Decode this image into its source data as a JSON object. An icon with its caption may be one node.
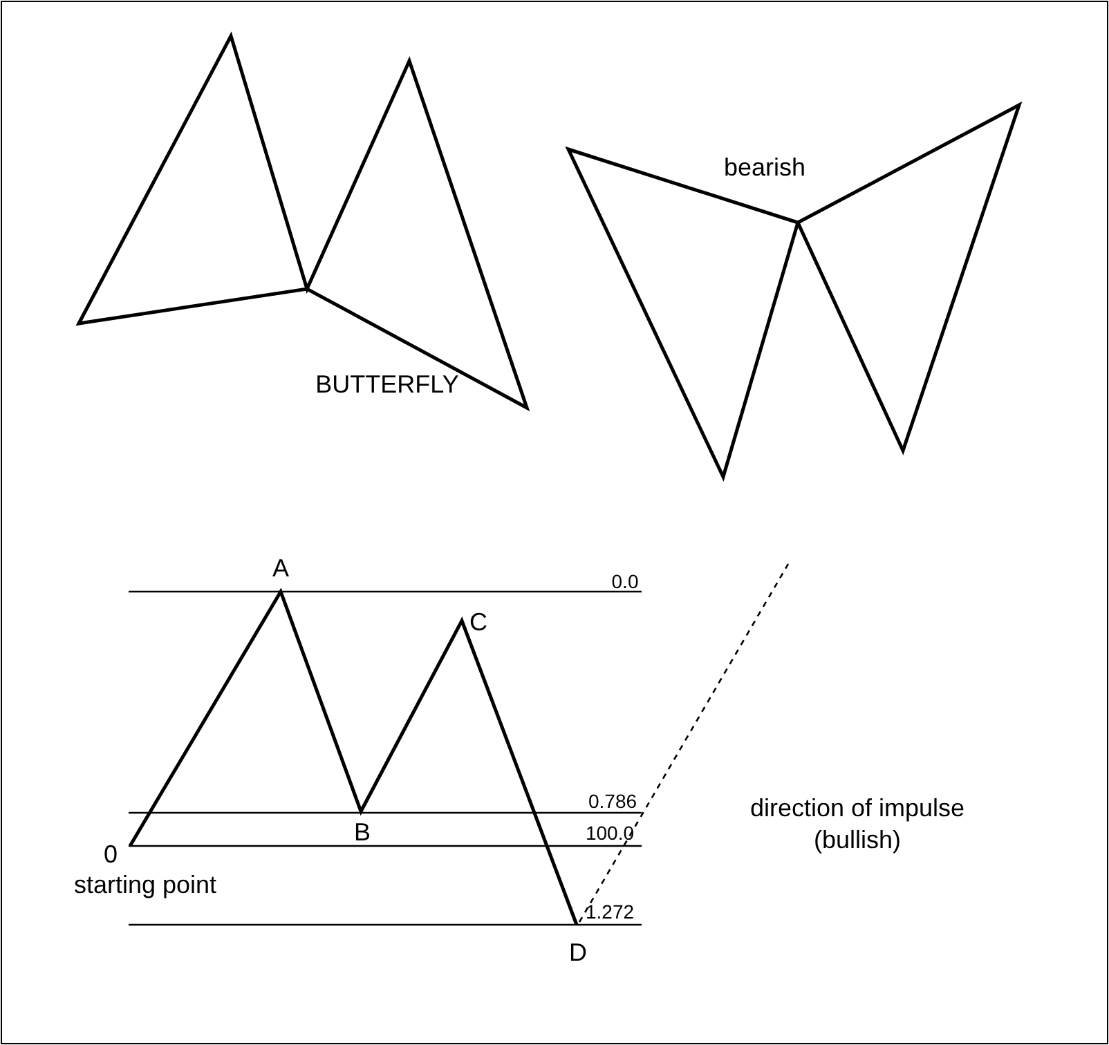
{
  "diagram": {
    "labels": [
      "bearish",
      "BUTTERFLY",
      "A",
      "0.0",
      "C",
      "direction of impulse (bullish)",
      "0.786",
      "0",
      "B",
      "100.0",
      "starting point",
      "1.272",
      "D"
    ]
  }
}
